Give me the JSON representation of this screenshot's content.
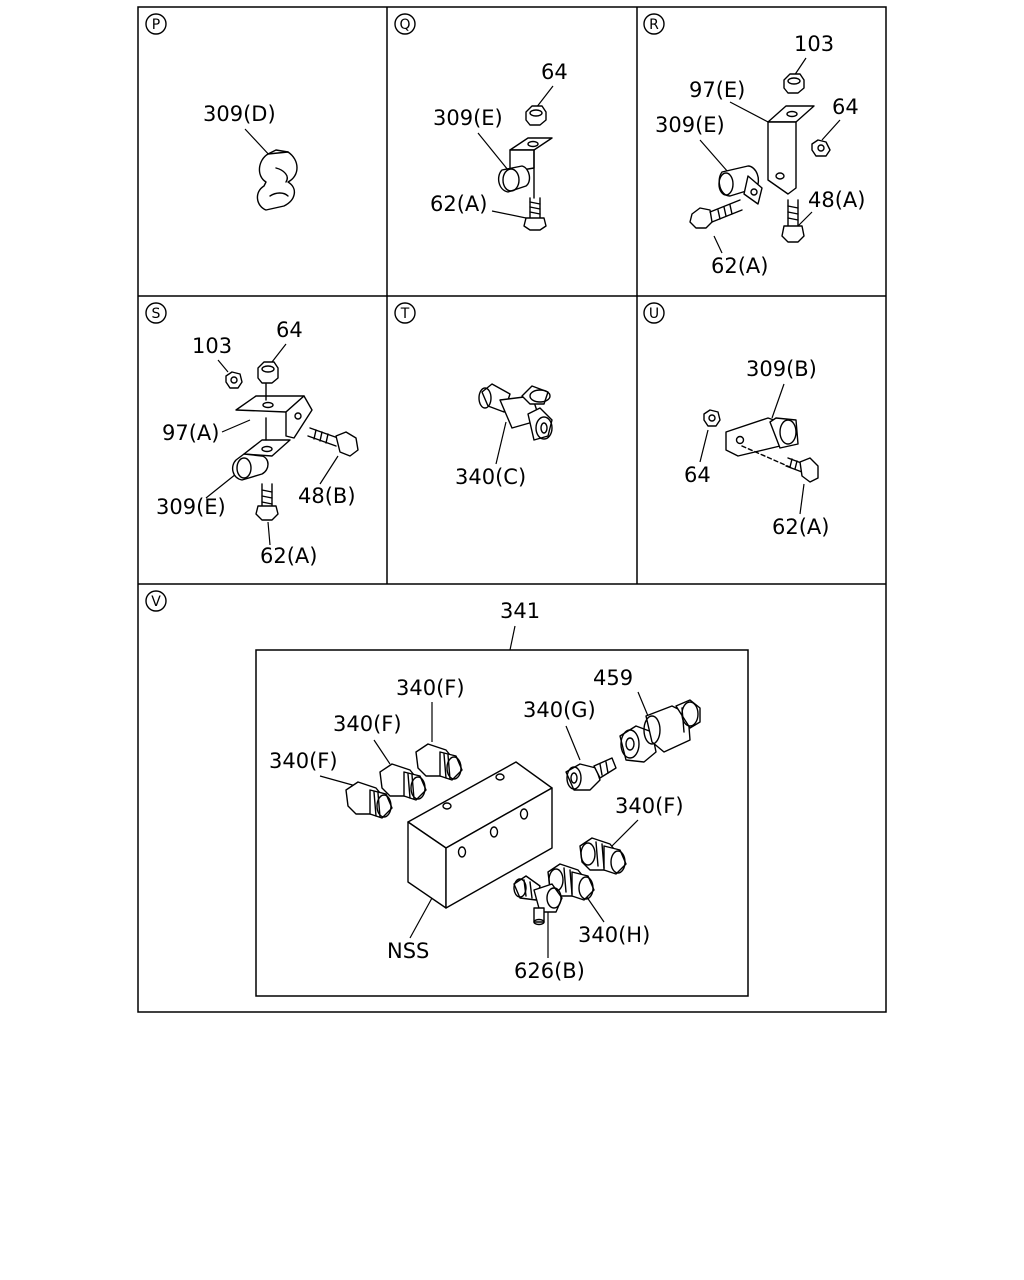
{
  "panels": {
    "P": {
      "letter": "P",
      "labels": {
        "clip": "309(D)"
      }
    },
    "Q": {
      "letter": "Q",
      "labels": {
        "nut": "64",
        "clip": "309(E)",
        "bolt": "62(A)"
      }
    },
    "R": {
      "letter": "R",
      "labels": {
        "nut_top": "103",
        "bracket": "97(E)",
        "nut_side": "64",
        "clip": "309(E)",
        "bolt_side": "48(A)",
        "bolt": "62(A)"
      }
    },
    "S": {
      "letter": "S",
      "labels": {
        "nut_small": "103",
        "nut": "64",
        "bracket": "97(A)",
        "bolt_side": "48(B)",
        "clip": "309(E)",
        "bolt": "62(A)"
      }
    },
    "T": {
      "letter": "T",
      "labels": {
        "tee": "340(C)"
      }
    },
    "U": {
      "letter": "U",
      "labels": {
        "clip": "309(B)",
        "nut": "64",
        "bolt": "62(A)"
      }
    },
    "V": {
      "letter": "V",
      "labels": {
        "assembly": "341",
        "valve": "459",
        "fitting_f1": "340(F)",
        "fitting_f2": "340(F)",
        "fitting_f3": "340(F)",
        "fitting_g": "340(G)",
        "fitting_f4": "340(F)",
        "fitting_h": "340(H)",
        "block": "NSS",
        "elbow": "626(B)"
      }
    }
  }
}
